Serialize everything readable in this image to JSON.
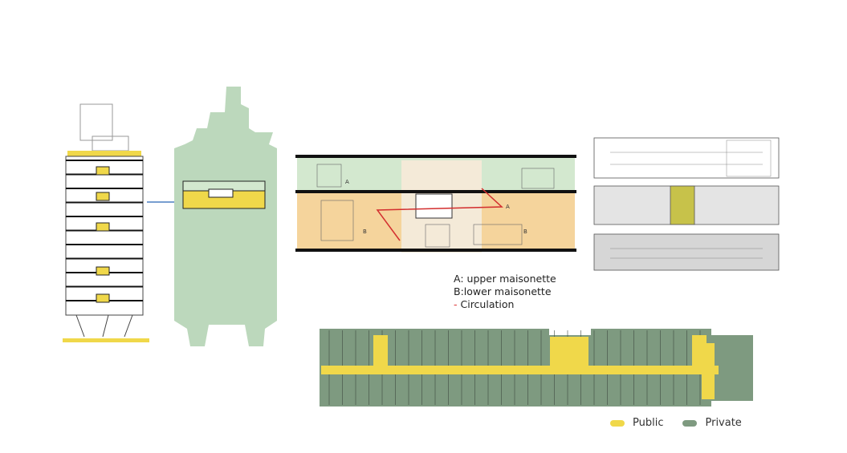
{
  "caption": {
    "line_a": "A: upper maisonette",
    "line_b": "B:lower maisonette",
    "line_c_dash": "-",
    "line_c": " Circulation"
  },
  "section_labels": {
    "a": "A",
    "b": "B"
  },
  "legend": [
    {
      "label": "Public",
      "color": "#f0d84a"
    },
    {
      "label": "Private",
      "color": "#7e9a80"
    }
  ],
  "colors": {
    "green_light": "#bcd8bc",
    "upper": "#d3e8cf",
    "lower": "#f5d49c",
    "circulation": "#d32f2f",
    "arrow": "#4a7fc1"
  }
}
